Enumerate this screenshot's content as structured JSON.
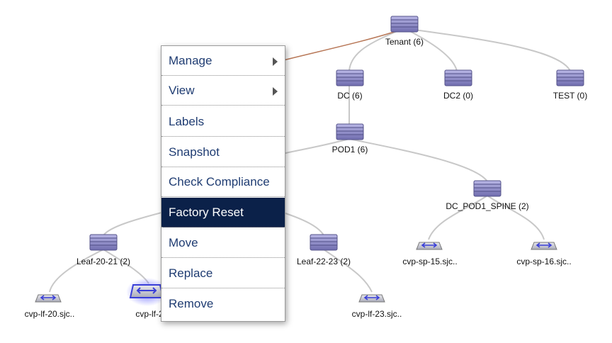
{
  "context_menu": {
    "items": [
      {
        "label": "Manage",
        "has_submenu": true
      },
      {
        "label": "View",
        "has_submenu": true
      },
      {
        "label": "Labels",
        "has_submenu": false
      },
      {
        "label": "Snapshot",
        "has_submenu": false
      },
      {
        "label": "Check Compliance",
        "has_submenu": false
      },
      {
        "label": "Factory Reset",
        "has_submenu": false,
        "highlighted": true
      },
      {
        "label": "Move",
        "has_submenu": false
      },
      {
        "label": "Replace",
        "has_submenu": false
      },
      {
        "label": "Remove",
        "has_submenu": false
      }
    ]
  },
  "topology": {
    "nodes": {
      "tenant": {
        "label": "Tenant (6)",
        "type": "container"
      },
      "dc": {
        "label": "DC (6)",
        "type": "container"
      },
      "dc2": {
        "label": "DC2 (0)",
        "type": "container"
      },
      "test": {
        "label": "TEST (0)",
        "type": "container"
      },
      "pod1": {
        "label": "POD1 (6)",
        "type": "container"
      },
      "spine": {
        "label": "DC_POD1_SPINE (2)",
        "type": "container"
      },
      "sp15": {
        "label": "cvp-sp-15.sjc..",
        "type": "switch"
      },
      "sp16": {
        "label": "cvp-sp-16.sjc..",
        "type": "switch"
      },
      "leaf2021": {
        "label": "Leaf-20-21 (2)",
        "type": "container"
      },
      "leaf2223": {
        "label": "Leaf-22-23 (2)",
        "type": "container"
      },
      "lf20": {
        "label": "cvp-lf-20.sjc..",
        "type": "switch"
      },
      "lf21": {
        "label": "cvp-lf-2",
        "type": "switch",
        "selected": true
      },
      "lf22": {
        "label": "",
        "type": "switch"
      },
      "lf23": {
        "label": "cvp-lf-23.sjc..",
        "type": "switch"
      }
    },
    "colors": {
      "container_fill": "#8e8cc8",
      "link": "#c8c8c8",
      "selected_link": "#b87858",
      "switch_accent": "#3a3fd8",
      "menu_text": "#1f3c72",
      "menu_highlight": "#0b2149"
    }
  }
}
